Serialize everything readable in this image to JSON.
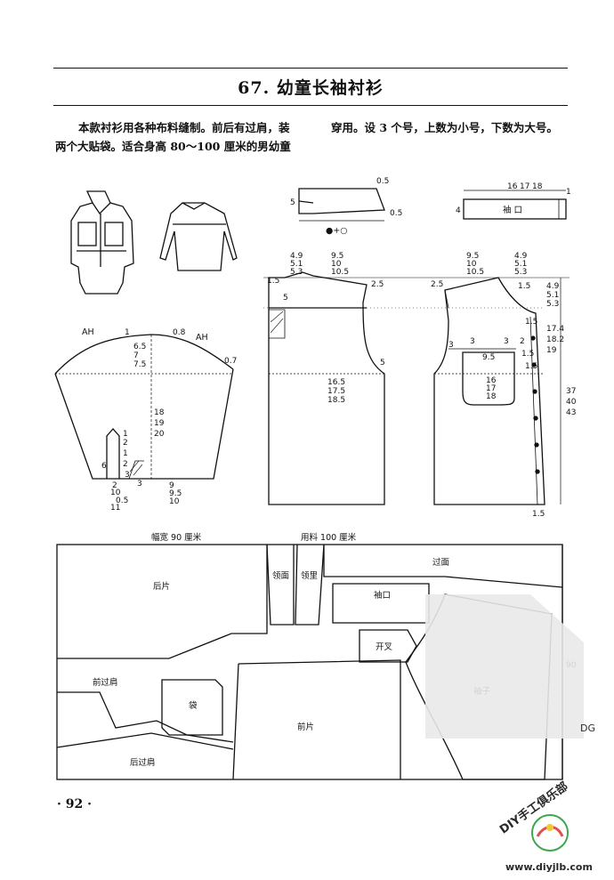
{
  "title": "67. 幼童长袖衬衫",
  "intro": {
    "left_line1": "本款衬衫用各种布料缝制。前后有过肩，装",
    "left_line2": "两个大贴袋。适合身高 80～100 厘米的男幼童",
    "right_line1": "穿用。设 3 个号，上数为小号，下数为大号。"
  },
  "collar": {
    "labels": [
      "0.5",
      "5",
      "0.5"
    ],
    "symbol": "●+○"
  },
  "cuff": {
    "label": "袖 口",
    "measures": [
      "16",
      "17",
      "18"
    ],
    "left_num": "4",
    "right_num": "1"
  },
  "sleeve": {
    "ah_left": "AH",
    "ah_right": "AH",
    "cap_top": "1",
    "cap_right": "0.8",
    "cap_side": "0.7",
    "cap_height": [
      "6.5",
      "7",
      "7.5"
    ],
    "length": [
      "18",
      "19",
      "20"
    ],
    "placket": [
      "1",
      "2",
      "1",
      "2",
      "6",
      "3",
      "3"
    ],
    "bottom_left": [
      "2",
      "10",
      "0.5",
      "11"
    ],
    "bottom_right": [
      "9",
      "9.5",
      "10"
    ]
  },
  "back": {
    "neck": [
      "9.5",
      "10",
      "10.5"
    ],
    "neck_depth": [
      "4.9",
      "5.1",
      "5.3"
    ],
    "shoulder": "1.5",
    "armhole_left": "2.5",
    "yoke": "5",
    "armhole_mark": "5",
    "chest": [
      "16.5",
      "17.5",
      "18.5"
    ]
  },
  "front": {
    "neck": [
      "9.5",
      "10",
      "10.5"
    ],
    "neck_depth_top": [
      "4.9",
      "5.1",
      "5.3"
    ],
    "neck_depth_side": [
      "4.9",
      "5.1",
      "5.3"
    ],
    "shoulder_left": "2.5",
    "shoulder_right": "1.5",
    "depth": [
      "17.4",
      "18.2",
      "19"
    ],
    "length": [
      "37",
      "40",
      "43"
    ],
    "pocket_top": "9.5",
    "pocket_side": [
      "16",
      "17",
      "18"
    ],
    "armhole": [
      "3",
      "3",
      "3"
    ],
    "marks": [
      "2",
      "1.5",
      "1.5",
      "1.5"
    ],
    "hem": "1.5"
  },
  "layout": {
    "width_label": "幅宽 90 厘米",
    "fabric_label": "用料 100 厘米",
    "depth_label": "90",
    "pieces": {
      "back": "后片",
      "collar_face": "领面",
      "collar_lining": "领里",
      "back_yoke_face": "过面",
      "cuff": "袖口",
      "placket": "开叉",
      "front_yoke": "前过肩",
      "pocket": "袋",
      "front": "前片",
      "sleeve": "袖子",
      "back_yoke": "后过肩"
    }
  },
  "page_number": "· 92 ·",
  "watermark": {
    "text": "DIY手工俱乐部",
    "url": "www.diyjlb.com",
    "tag": "DG"
  }
}
